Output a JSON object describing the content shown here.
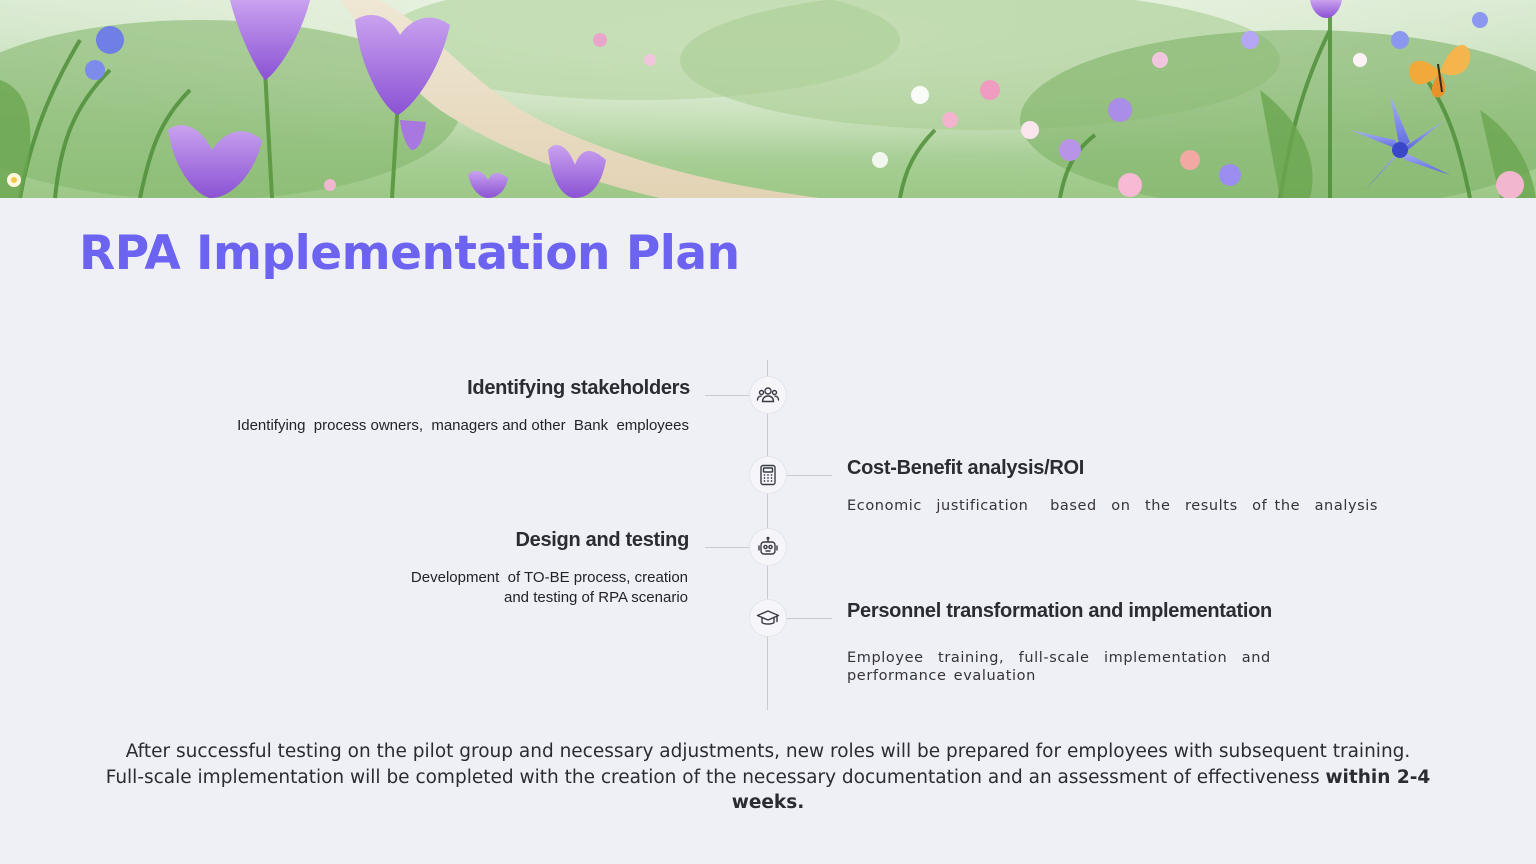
{
  "title": "RPA Implementation Plan",
  "accent_color": "#6c63f0",
  "steps": [
    {
      "title": "Identifying stakeholders",
      "description": "Identifying  process owners,  managers and other  Bank  employees",
      "icon": "people-group-icon"
    },
    {
      "title": "Cost-Benefit analysis/ROI",
      "description": "Economic  justification   based  on  the  results  of the  analysis",
      "icon": "calculator-icon"
    },
    {
      "title": "Design and testing",
      "description_lines": [
        "Development  of TO-BE process, creation",
        "and testing of RPA scenario"
      ],
      "icon": "robot-icon"
    },
    {
      "title": "Personnel transformation and implementation",
      "description": "Employee  training,  full-scale  implementation  and performance evaluation",
      "icon": "graduation-cap-icon"
    }
  ],
  "summary": {
    "line1": "After successful testing on the pilot group and necessary adjustments, new roles will be prepared for employees with subsequent training.",
    "line2": "Full-scale implementation will be completed with the creation of the necessary documentation and an assessment of effectiveness ",
    "emphasis": "within 2-4 weeks."
  }
}
